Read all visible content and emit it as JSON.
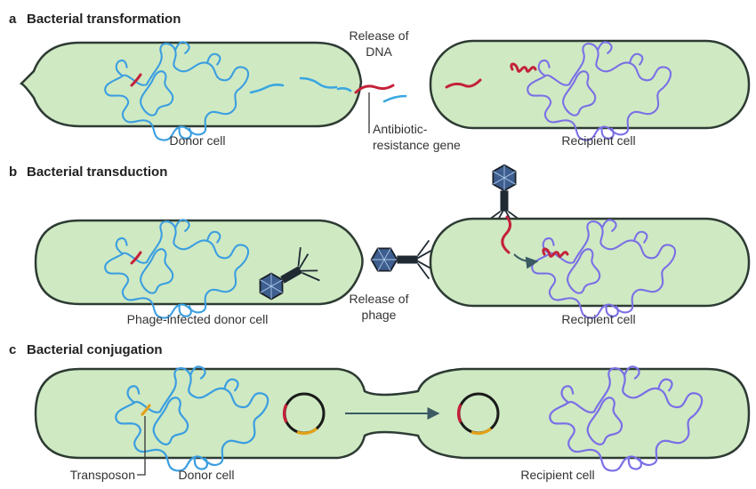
{
  "panels": {
    "a": {
      "letter": "a",
      "title": "Bacterial transformation"
    },
    "b": {
      "letter": "b",
      "title": "Bacterial transduction"
    },
    "c": {
      "letter": "c",
      "title": "Bacterial conjugation"
    }
  },
  "labels": {
    "a_release_line1": "Release of",
    "a_release_line2": "DNA",
    "a_donor": "Donor cell",
    "a_gene_line1": "Antibiotic-",
    "a_gene_line2": "resistance gene",
    "a_recipient": "Recipient cell",
    "b_donor": "Phage-infected donor cell",
    "b_release_line1": "Release of",
    "b_release_line2": "phage",
    "b_recipient": "Recipient cell",
    "c_transposon": "Transposon",
    "c_donor": "Donor cell",
    "c_recipient": "Recipient cell"
  },
  "colors": {
    "cell_fill": "#cfe9c3",
    "cell_outline": "#2d3b33",
    "donor_dna": "#3a9ee0",
    "recipient_dna": "#7a6fe6",
    "resistance_gene": "#c4213a",
    "transposon": "#e3a21a",
    "phage": "#1f2a33"
  },
  "icons": [
    "bacterial-chromosome-icon",
    "dna-fragment-icon",
    "bacteriophage-icon",
    "plasmid-icon"
  ]
}
